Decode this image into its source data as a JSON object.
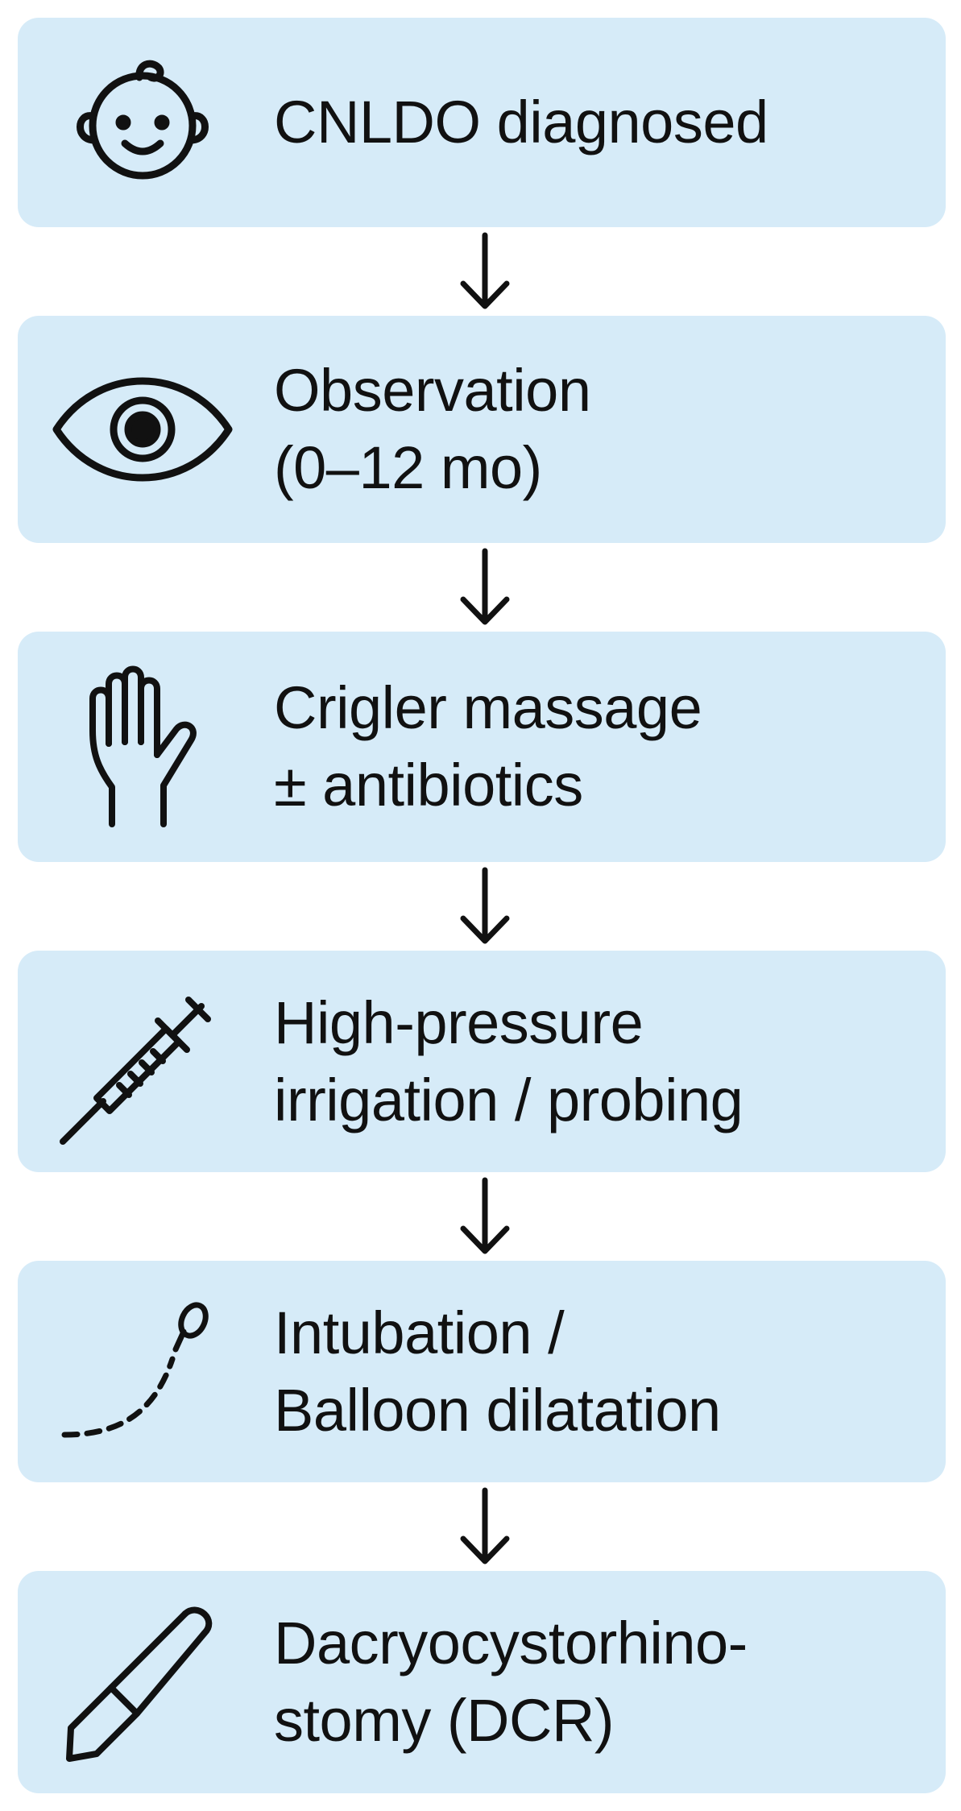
{
  "steps": [
    {
      "icon": "baby-face-icon",
      "lines": [
        "CNLDO diagnosed"
      ]
    },
    {
      "icon": "eye-icon",
      "lines": [
        "Observation",
        "(0–12 mo)"
      ]
    },
    {
      "icon": "hand-icon",
      "lines": [
        "Crigler massage",
        "± antibiotics"
      ]
    },
    {
      "icon": "syringe-icon",
      "lines": [
        "High-pressure",
        "irrigation / probing"
      ]
    },
    {
      "icon": "probe-tube-icon",
      "lines": [
        "Intubation /",
        "Balloon dilatation"
      ]
    },
    {
      "icon": "scalpel-icon",
      "lines": [
        "Dacryocystorhino-",
        "stomy (DCR)"
      ]
    }
  ],
  "colors": {
    "box_fill": "#d6ebf8",
    "stroke": "#111111"
  }
}
